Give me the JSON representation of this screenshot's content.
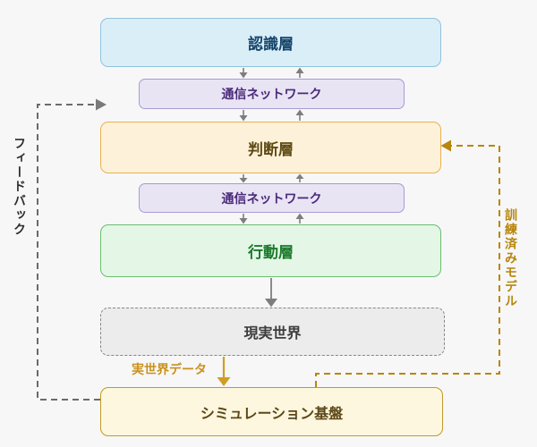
{
  "diagram": {
    "background": "#f7f7f8",
    "nodes": {
      "recognition_layer": {
        "label": "認識層",
        "fill": "#daeef8",
        "border": "#8fc3dc",
        "text_color": "#16456b"
      },
      "network_top": {
        "label": "通信ネットワーク",
        "fill": "#e9e4f4",
        "border": "#a79bd0",
        "text_color": "#4a2a7a"
      },
      "judgment_layer": {
        "label": "判断層",
        "fill": "#fdf2d9",
        "border": "#e9b054",
        "text_color": "#5d4a15"
      },
      "network_bottom": {
        "label": "通信ネットワーク",
        "fill": "#e9e4f4",
        "border": "#a79bd0",
        "text_color": "#4a2a7a"
      },
      "action_layer": {
        "label": "行動層",
        "fill": "#e4f6e6",
        "border": "#6abf6e",
        "text_color": "#1b7a2c"
      },
      "real_world": {
        "label": "現実世界",
        "fill": "#ececec",
        "border": "#868686",
        "border_style": "dashed",
        "text_color": "#3d3d3d"
      },
      "simulation_base": {
        "label": "シミュレーション基盤",
        "fill": "#fcf7de",
        "border": "#c0992b",
        "text_color": "#5d4718"
      }
    },
    "edge_labels": {
      "feedback": {
        "label": "フィードバック",
        "color": "#2e2e2e",
        "orientation": "vertical"
      },
      "trained_model": {
        "label": "訓練済みモデル",
        "color": "#b8860b",
        "orientation": "vertical"
      },
      "real_world_data": {
        "label": "実世界データ",
        "color": "#c9921c",
        "orientation": "horizontal"
      }
    },
    "connectors": {
      "bidirectional_arrow_color": "#7d7d7d",
      "single_down_arrow_color": "#7d7d7d",
      "feedback_dashed_color": "#6b6b6b",
      "trained_model_dashed_color": "#b8860b",
      "real_world_data_arrow_color": "#d19e22"
    }
  }
}
